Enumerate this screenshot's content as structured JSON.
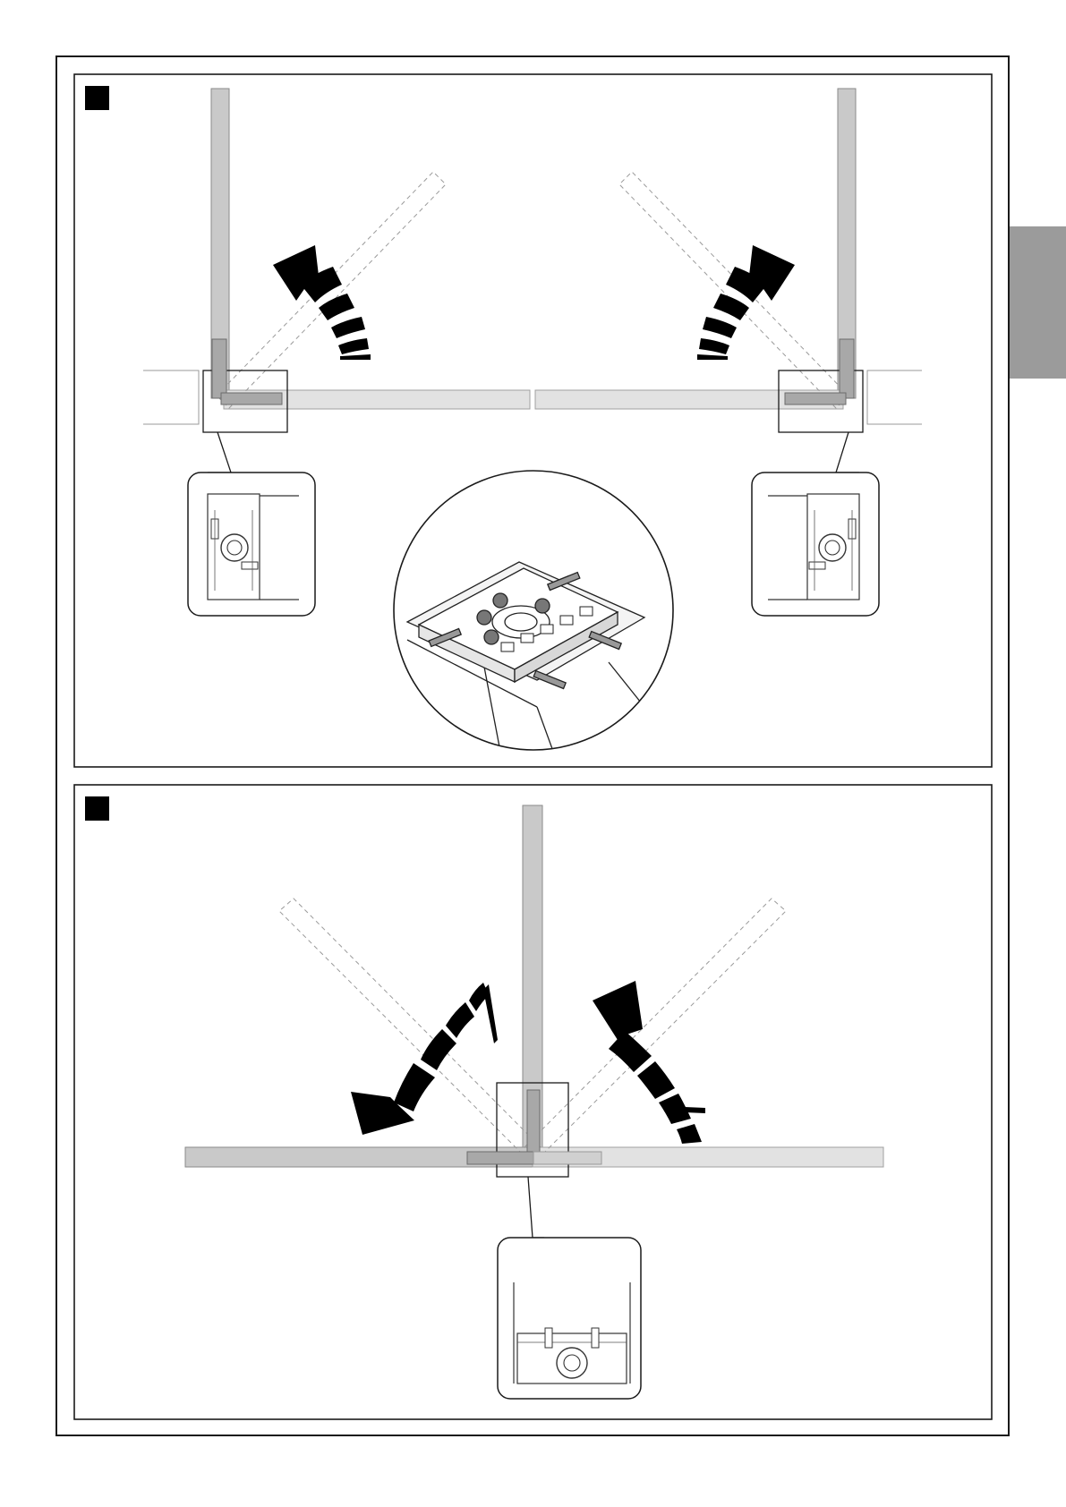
{
  "page": {
    "background": "#ffffff"
  },
  "colors": {
    "frame": "#1a1a1a",
    "leaf_fill": "#c9c9c9",
    "leaf_fill_light": "#e2e2e2",
    "leaf_stroke": "#8a8a8a",
    "arm_fill": "#a8a8a8",
    "ghost_stroke": "#9a9a9a",
    "arrow": "#000000",
    "side_tab": "#9b9b9b",
    "marker": "#000000"
  },
  "side_tab": {
    "icon": "section-tab"
  },
  "panels": [
    {
      "id": "double-leaf",
      "marker_icon": "black-square-marker",
      "leaves": [
        "left-leaf",
        "right-leaf"
      ],
      "arrows": [
        "left-opening-arrow",
        "right-opening-arrow"
      ],
      "detail_callouts": [
        "left-motor-detail",
        "right-motor-detail"
      ],
      "center_detail": "mounting-plate-detail"
    },
    {
      "id": "single-leaf",
      "marker_icon": "black-square-marker",
      "leaves": [
        "center-leaf"
      ],
      "arrows": [
        "left-swing-arrow",
        "right-swing-arrow"
      ],
      "detail_callouts": [
        "bottom-motor-detail"
      ]
    }
  ]
}
